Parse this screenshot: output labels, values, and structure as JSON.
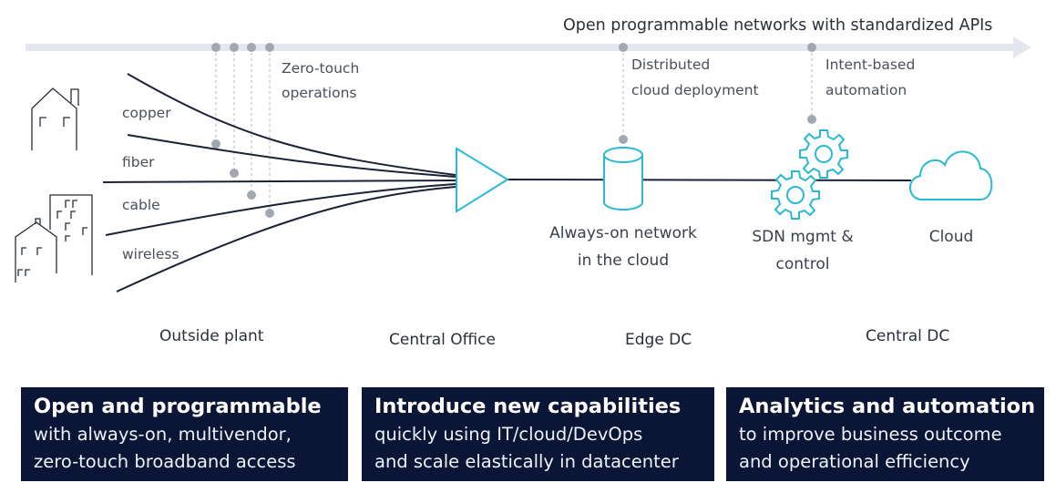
{
  "banner": {
    "title": "Open programmable networks with standardized APIs"
  },
  "annotations": {
    "zero_touch": [
      "Zero-touch",
      "operations"
    ],
    "distributed": [
      "Distributed",
      "cloud deployment"
    ],
    "intent": [
      "Intent-based",
      "automation"
    ]
  },
  "access_types": [
    "copper",
    "fiber",
    "cable",
    "wireless"
  ],
  "nodes": {
    "edge": [
      "Always-on network",
      "in the cloud"
    ],
    "sdn": [
      "SDN mgmt &",
      "control"
    ],
    "cloud": "Cloud"
  },
  "zones": [
    "Outside plant",
    "Central Office",
    "Edge DC",
    "Central DC"
  ],
  "panels": [
    {
      "title": "Open and programmable",
      "lines": [
        "with always-on, multivendor,",
        "zero-touch broadband access"
      ]
    },
    {
      "title": "Introduce new capabilities",
      "lines": [
        "quickly using IT/cloud/DevOps",
        "and scale elastically in datacenter"
      ]
    },
    {
      "title": "Analytics and automation",
      "lines": [
        "to improve business outcome",
        "and operational efficiency"
      ]
    }
  ],
  "colors": {
    "accent": "#29b8d6",
    "banner_arrow": "#e4e7ee",
    "dot": "#a3a7b0",
    "line": "#1c2235",
    "panel": "#0b1637"
  }
}
